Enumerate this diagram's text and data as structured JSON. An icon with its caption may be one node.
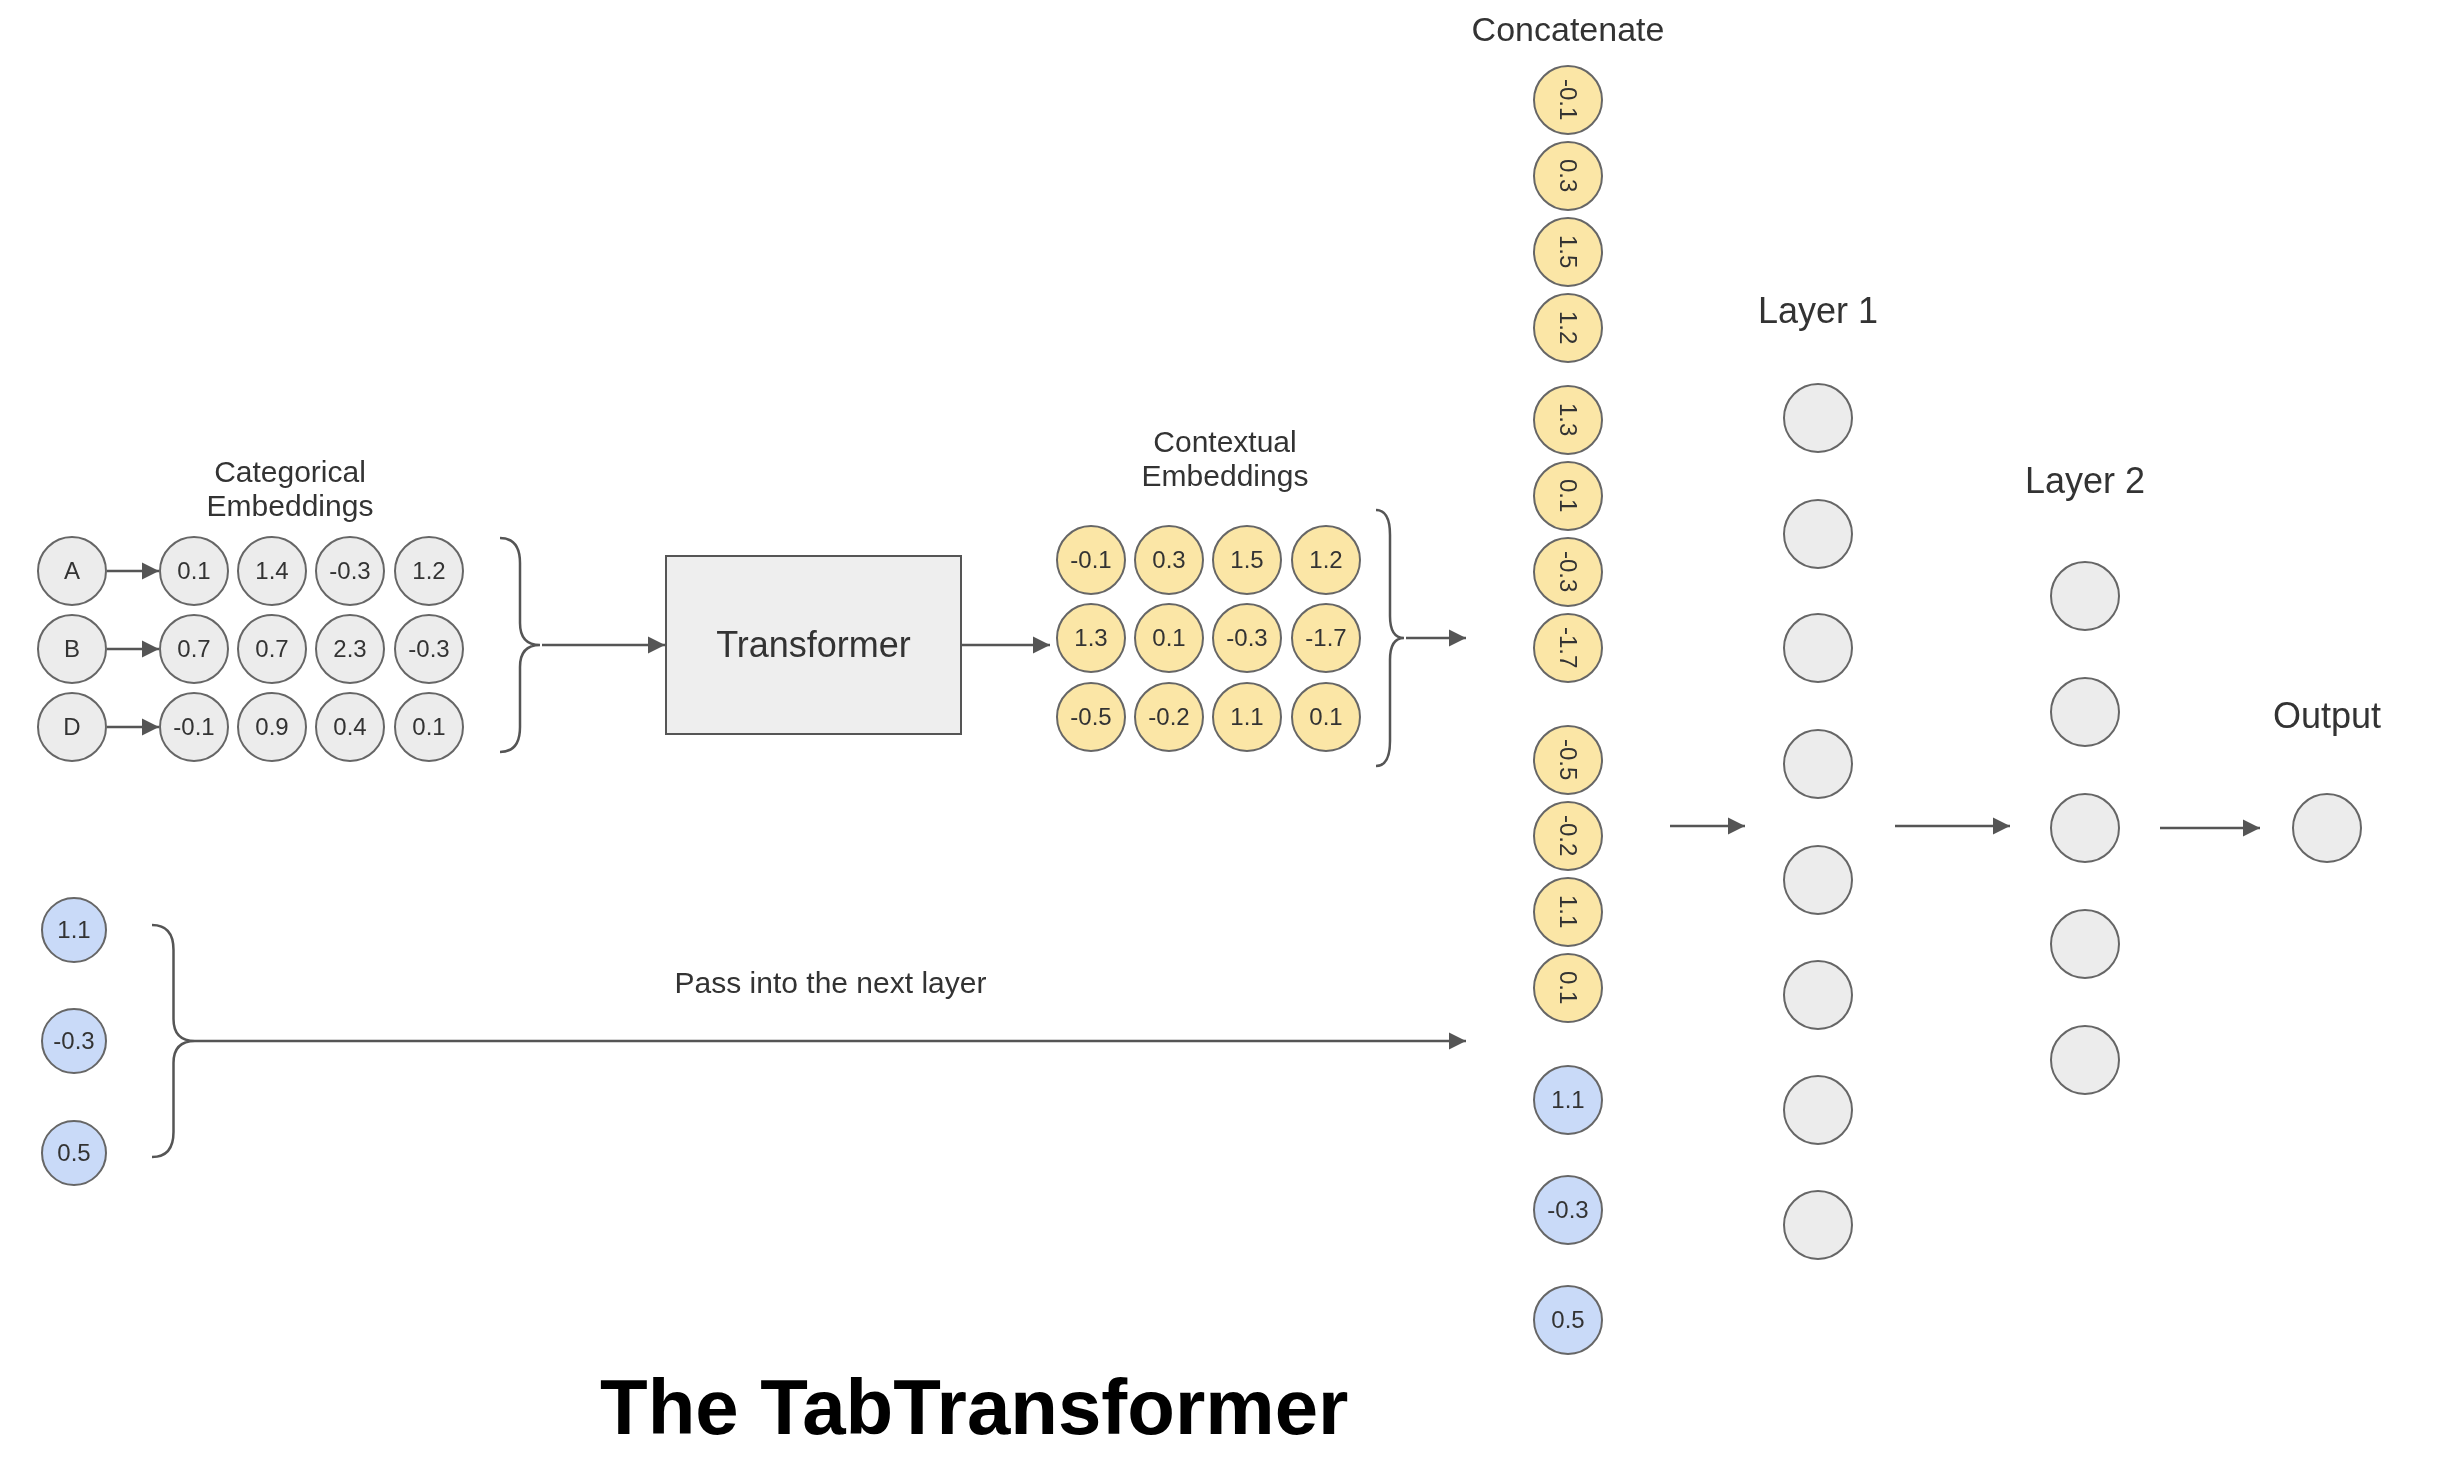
{
  "diagram": {
    "title": "The TabTransformer",
    "nodes": [
      {
        "text": [
          "Categorical Embeddings"
        ]
      },
      {
        "text": [
          "A"
        ],
        "in": 0
      },
      {
        "text": [
          "0.1"
        ],
        "in": 0
      },
      {
        "text": [
          "1.4"
        ],
        "in": 0
      },
      {
        "text": [
          "-0.3"
        ],
        "in": 0
      },
      {
        "text": [
          "1.2"
        ],
        "in": 0
      },
      {
        "text": [
          "B"
        ],
        "in": 0
      },
      {
        "text": [
          "0.7"
        ],
        "in": 0
      },
      {
        "text": [
          "0.7"
        ],
        "in": 0
      },
      {
        "text": [
          "2.3"
        ],
        "in": 0
      },
      {
        "text": [
          "-0.3"
        ],
        "in": 0
      },
      {
        "text": [
          "D"
        ],
        "in": 0
      },
      {
        "text": [
          "-0.1"
        ],
        "in": 0
      },
      {
        "text": [
          "0.9"
        ],
        "in": 0
      },
      {
        "text": [
          "0.4"
        ],
        "in": 0
      },
      {
        "text": [
          "0.1"
        ],
        "in": 0
      },
      {
        "text": [
          "Transformer"
        ]
      },
      {
        "text": [
          "Contextual Embeddings"
        ]
      },
      {
        "text": [
          "-0.1"
        ],
        "in": 17
      },
      {
        "text": [
          "0.3"
        ],
        "in": 17
      },
      {
        "text": [
          "1.5"
        ],
        "in": 17
      },
      {
        "text": [
          "1.2"
        ],
        "in": 17
      },
      {
        "text": [
          "1.3"
        ],
        "in": 17
      },
      {
        "text": [
          "0.1"
        ],
        "in": 17
      },
      {
        "text": [
          "-0.3"
        ],
        "in": 17
      },
      {
        "text": [
          "-1.7"
        ],
        "in": 17
      },
      {
        "text": [
          "-0.5"
        ],
        "in": 17
      },
      {
        "text": [
          "-0.2"
        ],
        "in": 17
      },
      {
        "text": [
          "1.1"
        ],
        "in": 17
      },
      {
        "text": [
          "0.1"
        ],
        "in": 17
      },
      {
        "text": [
          "1.1"
        ]
      },
      {
        "text": [
          "-0.3"
        ]
      },
      {
        "text": [
          "0.5"
        ]
      },
      {
        "text": [
          "Concatenate"
        ]
      },
      {
        "text": [
          "-0.1"
        ],
        "in": 33
      },
      {
        "text": [
          "0.3"
        ],
        "in": 33
      },
      {
        "text": [
          "1.5"
        ],
        "in": 33
      },
      {
        "text": [
          "1.2"
        ],
        "in": 33
      },
      {
        "text": [
          "1.3"
        ],
        "in": 33
      },
      {
        "text": [
          "0.1"
        ],
        "in": 33
      },
      {
        "text": [
          "-0.3"
        ],
        "in": 33
      },
      {
        "text": [
          "-1.7"
        ],
        "in": 33
      },
      {
        "text": [
          "-0.5"
        ],
        "in": 33
      },
      {
        "text": [
          "-0.2"
        ],
        "in": 33
      },
      {
        "text": [
          "1.1"
        ],
        "in": 33
      },
      {
        "text": [
          "0.1"
        ],
        "in": 33
      },
      {
        "text": [
          "1.1"
        ],
        "in": 33
      },
      {
        "text": [
          "-0.3"
        ],
        "in": 33
      },
      {
        "text": [
          "0.5"
        ],
        "in": 33
      },
      {
        "text": [
          "Layer 1"
        ]
      },
      {
        "text": [],
        "shape": "circle",
        "in": 49
      },
      {
        "text": [],
        "shape": "circle",
        "in": 49
      },
      {
        "text": [],
        "shape": "circle",
        "in": 49
      },
      {
        "text": [],
        "shape": "circle",
        "in": 49
      },
      {
        "text": [],
        "shape": "circle",
        "in": 49
      },
      {
        "text": [],
        "shape": "circle",
        "in": 49
      },
      {
        "text": [],
        "shape": "circle",
        "in": 49
      },
      {
        "text": [],
        "shape": "circle",
        "in": 49
      },
      {
        "text": [
          "Layer 2"
        ]
      },
      {
        "text": [],
        "shape": "circle",
        "in": 58
      },
      {
        "text": [],
        "shape": "circle",
        "in": 58
      },
      {
        "text": [],
        "shape": "circle",
        "in": 58
      },
      {
        "text": [],
        "shape": "circle",
        "in": 58
      },
      {
        "text": [],
        "shape": "circle",
        "in": 58
      },
      {
        "text": [
          "Output"
        ]
      },
      {
        "text": [],
        "shape": "brace"
      }
    ],
    "edges": [
      {
        "from": 1,
        "to": 2,
        "arrow": "to"
      },
      {
        "from": 6,
        "to": 7,
        "arrow": "to"
      },
      {
        "from": 11,
        "to": 12,
        "arrow": "to"
      },
      {
        "from": 0,
        "to": 16,
        "arrow": "to"
      },
      {
        "from": 16,
        "to": 17,
        "arrow": "to"
      },
      {
        "from": 17,
        "to": 33,
        "arrow": "to"
      },
      {
        "from": 65,
        "to": 33,
        "arrow": "to",
        "label": "Pass into the next layer"
      },
      {
        "from": 33,
        "to": 49,
        "arrow": "to"
      },
      {
        "from": 49,
        "to": 58,
        "arrow": "to"
      },
      {
        "from": 58,
        "to": 64,
        "arrow": "to"
      }
    ]
  }
}
